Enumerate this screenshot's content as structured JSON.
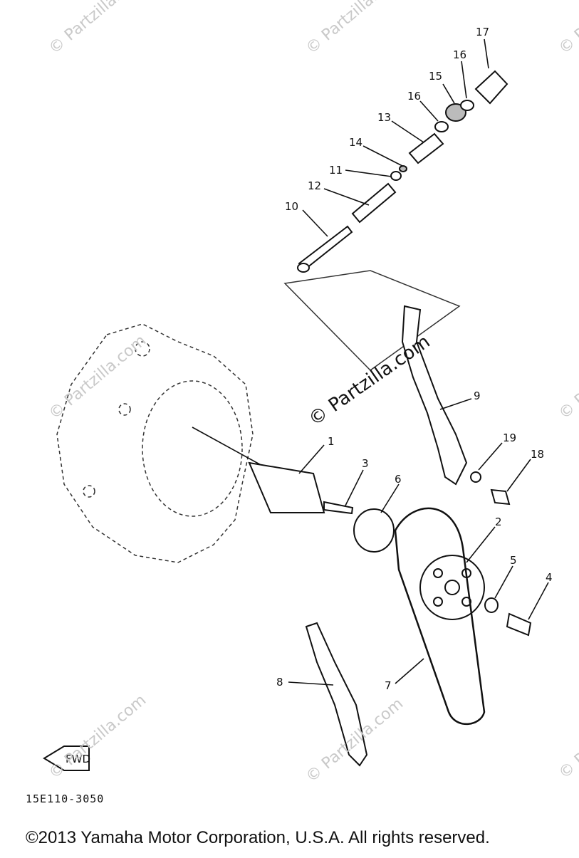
{
  "diagram": {
    "code": "15E110-3050",
    "copyright": "©2013 Yamaha Motor Corporation, U.S.A. All rights reserved.",
    "watermark": "© Partzilla.com",
    "fwd_label": "FWD",
    "callouts": [
      "1",
      "2",
      "3",
      "4",
      "5",
      "6",
      "7",
      "8",
      "9",
      "10",
      "11",
      "12",
      "13",
      "14",
      "15",
      "16",
      "16",
      "17",
      "18",
      "19"
    ]
  }
}
